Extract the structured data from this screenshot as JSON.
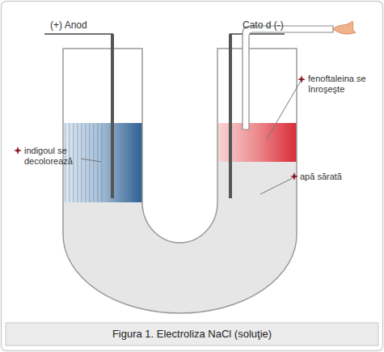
{
  "diagram": {
    "caption": "Figura 1. Electroliza NaCl (soluţie)",
    "labels": [
      "(+) Anod",
      "Cato d (-)",
      "fenoftaleina se înroşeşte",
      "indigoul se decolorează",
      "apă sărată"
    ]
  }
}
